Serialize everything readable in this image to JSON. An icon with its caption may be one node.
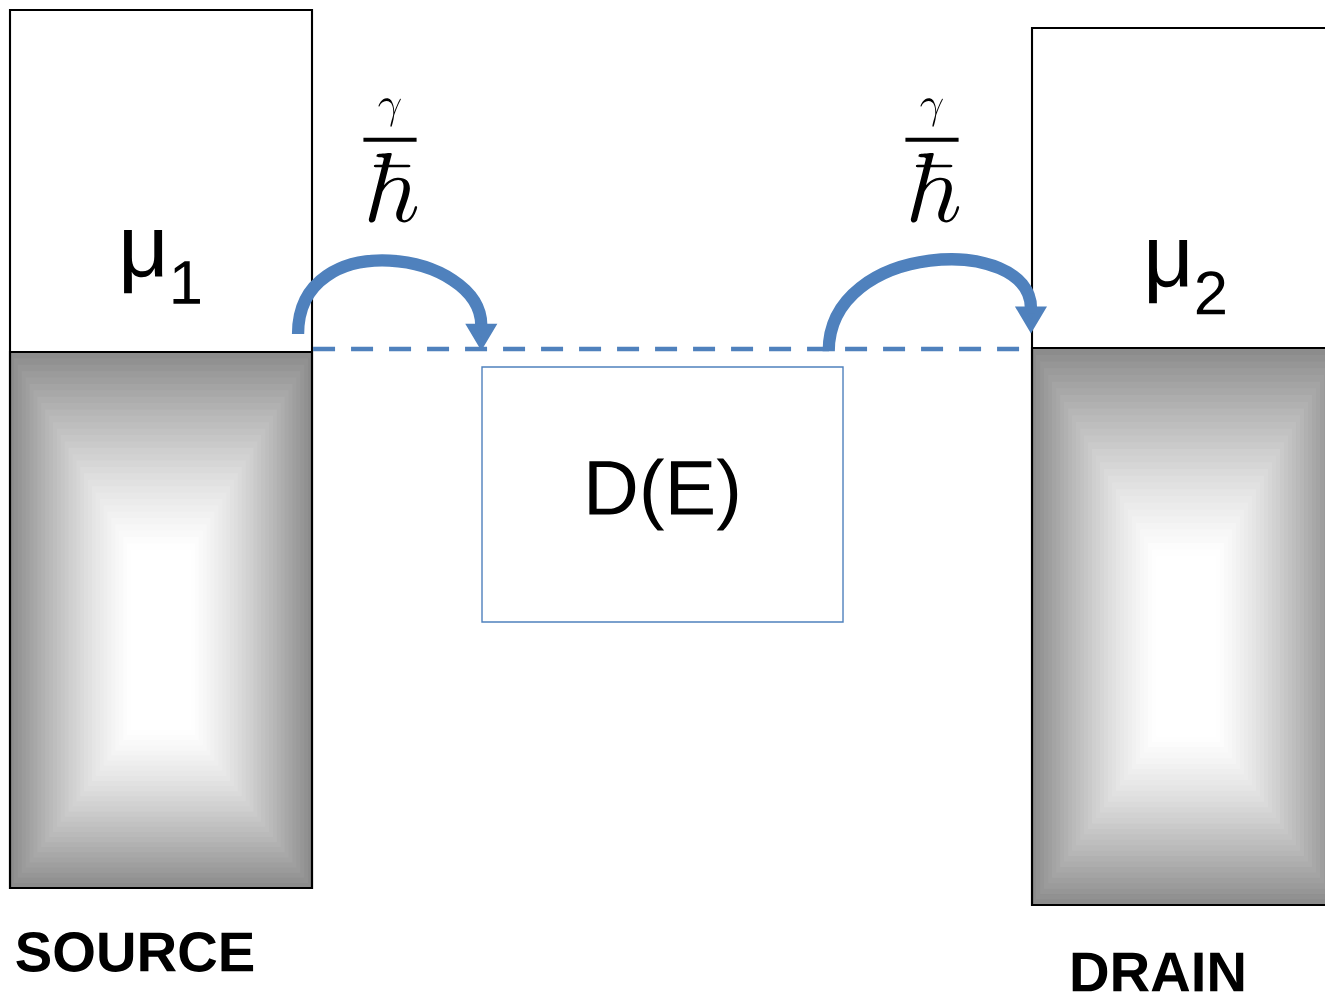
{
  "diagram": {
    "nodes": [
      {
        "text": [
          "μ$_{1}$"
        ],
        "beside": [
          "SOURCE"
        ]
      },
      {
        "text": [
          "D(E)"
        ]
      },
      {
        "text": [
          "μ$_{2}$"
        ],
        "beside": [
          "DRAIN"
        ]
      }
    ],
    "edges": [
      {
        "from": 0,
        "to": 1,
        "arrow": "to",
        "label": "\\frac{\\gamma}{\\hbar}"
      },
      {
        "from": 1,
        "to": 2,
        "arrow": "to",
        "label": "\\frac{\\gamma}{\\hbar}"
      },
      {
        "from": 0,
        "to": 2,
        "arrow": "none",
        "style": "dashed"
      }
    ]
  }
}
